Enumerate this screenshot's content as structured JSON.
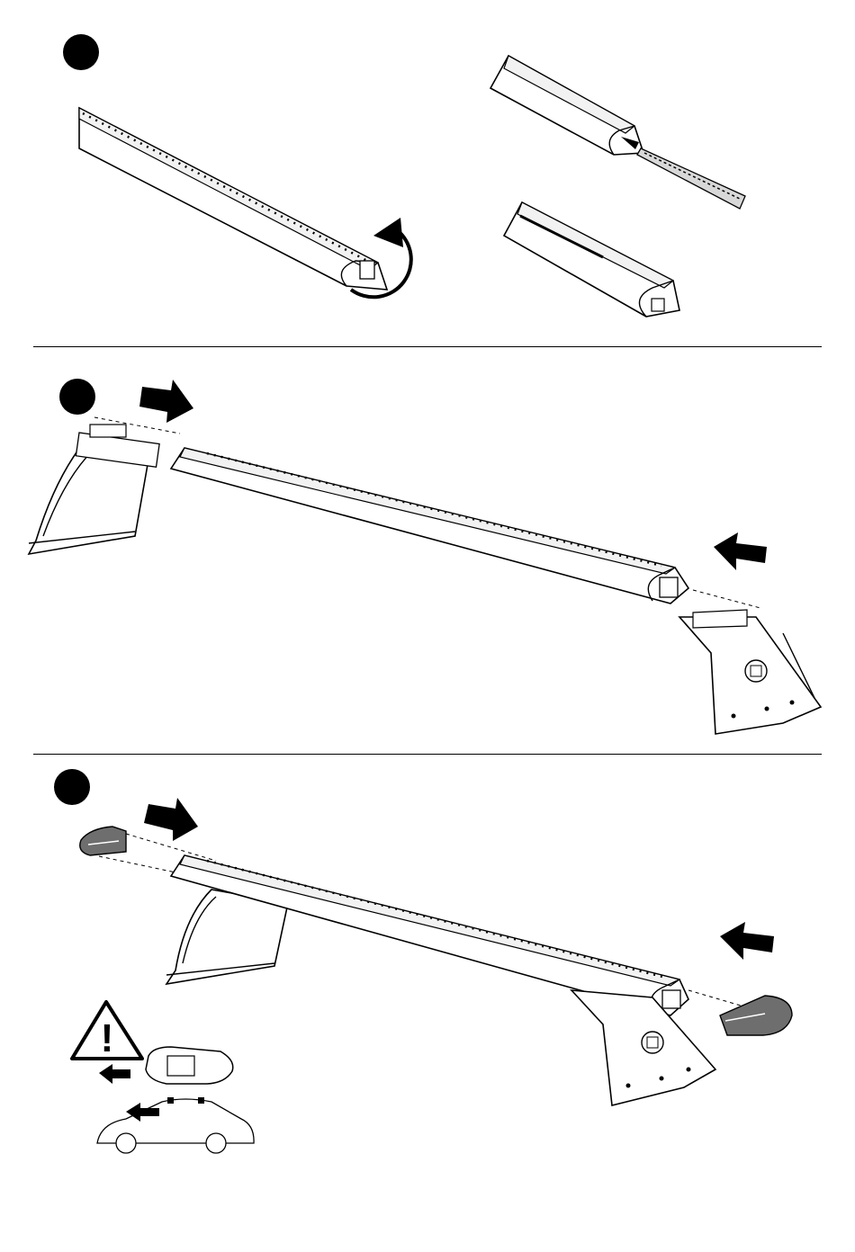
{
  "document": {
    "steps": [
      {
        "id": 1
      },
      {
        "id": 2
      },
      {
        "id": 3
      }
    ],
    "warning": {
      "symbol": "!"
    }
  },
  "colors": {
    "ink": "#000000",
    "paper": "#ffffff",
    "plastic": "#6e6e6e"
  }
}
